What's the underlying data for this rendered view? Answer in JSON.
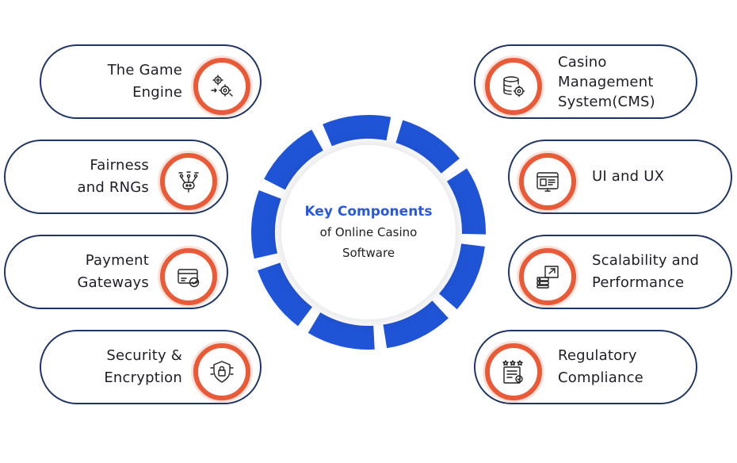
{
  "center": {
    "title": "Key Components",
    "subtitle_line1": "of Online Casino",
    "subtitle_line2": "Software"
  },
  "colors": {
    "ring": "#1f54d6",
    "badge_ring": "#e85a38",
    "pill_border": "#1f3563",
    "title": "#2a59d6"
  },
  "components_left": [
    {
      "line1": "The Game",
      "line2": "Engine",
      "icon": "game-engine-icon"
    },
    {
      "line1": "Fairness",
      "line2": "and RNGs",
      "icon": "rng-chip-icon"
    },
    {
      "line1": "Payment",
      "line2": "Gateways",
      "icon": "payment-card-icon"
    },
    {
      "line1": "Security &",
      "line2": "Encryption",
      "icon": "security-shield-icon"
    }
  ],
  "components_right": [
    {
      "line1": "Casino",
      "line2": "Management",
      "line3": "System(CMS)",
      "icon": "database-gear-icon"
    },
    {
      "line1": "UI and UX",
      "icon": "ui-window-icon"
    },
    {
      "line1": "Scalability and",
      "line2": "Performance",
      "icon": "server-scale-icon"
    },
    {
      "line1": "Regulatory",
      "line2": "Compliance",
      "icon": "compliance-checklist-icon"
    }
  ]
}
